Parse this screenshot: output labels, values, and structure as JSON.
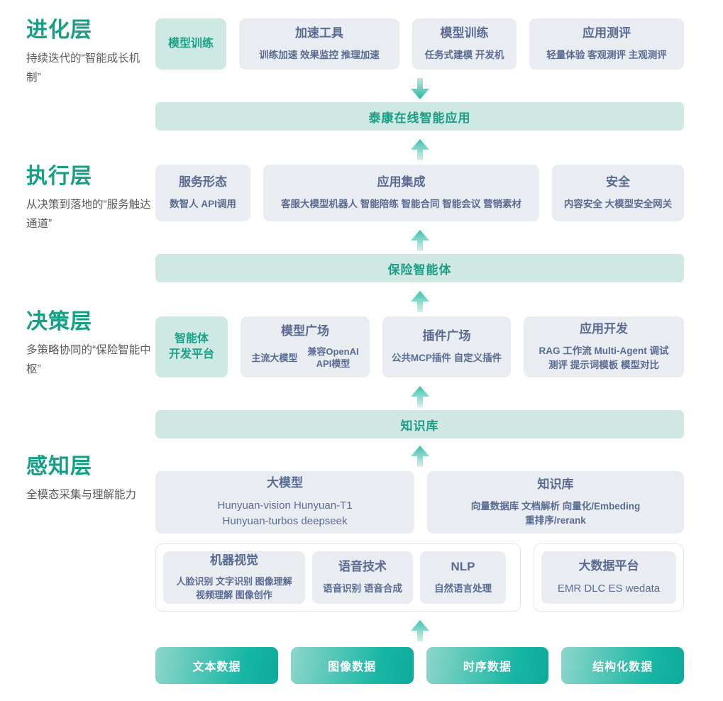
{
  "layers": [
    {
      "title": "进化层",
      "desc": "持续迭代的“智能成长机制”"
    },
    {
      "title": "执行层",
      "desc": "从决策到落地的“服务触达通道”"
    },
    {
      "title": "决策层",
      "desc": "多策略协同的“保险智能中枢”"
    },
    {
      "title": "感知层",
      "desc": "全模态采集与理解能力"
    }
  ],
  "colors": {
    "accent_teal": "#15a086",
    "bar_bg": "#cfe8e3",
    "bar_text": "#1b9c85",
    "card_bg": "#e9edf2",
    "card_accent_bg": "#cee9e3",
    "card_text": "#5a6b92",
    "data_card_gradient_start": "#8ed6cb",
    "data_card_gradient_end": "#0eaa9a"
  },
  "evolve_row": {
    "accent": {
      "title": "模型训练"
    },
    "cards": [
      {
        "title": "加速工具",
        "sub": "训练加速 效果监控 推理加速"
      },
      {
        "title": "模型训练",
        "sub": "任务式建模 开发机"
      },
      {
        "title": "应用测评",
        "sub": "轻量体验 客观测评 主观测评"
      }
    ]
  },
  "bar_app": {
    "label": "泰康在线智能应用"
  },
  "execute_row": {
    "cards": [
      {
        "title": "服务形态",
        "sub": "数智人  API调用"
      },
      {
        "title": "应用集成",
        "sub": "客服大模型机器人 智能陪练 智能合同 智能会议 营销素材"
      },
      {
        "title": "安全",
        "sub": "内容安全 大模型安全网关"
      }
    ]
  },
  "bar_agent": {
    "label": "保险智能体"
  },
  "decide_row": {
    "accent": {
      "title": "智能体\n开发平台"
    },
    "cards": [
      {
        "title": "模型广场",
        "sub_left": "主流大模型",
        "sub_right": "兼容OpenAI\nAPI模型"
      },
      {
        "title": "插件广场",
        "sub": "公共MCP插件 自定义插件"
      },
      {
        "title": "应用开发",
        "sub": "RAG 工作流 Multi-Agent 调试\n测评 提示词模板 模型对比"
      }
    ]
  },
  "bar_kb": {
    "label": "知识库"
  },
  "perceive_row_top": {
    "cards": [
      {
        "title": "大模型",
        "sub": "Hunyuan-vision Hunyuan-T1\nHunyuan-turbos deepseek"
      },
      {
        "title": "知识库",
        "sub": "向量数据库 文档解析 向量化/Embeding\n重排序/rerank"
      }
    ]
  },
  "perceive_row_bottom": {
    "group_left": [
      {
        "title": "机器视觉",
        "sub": "人脸识别 文字识别 图像理解\n视频理解 图像创作"
      },
      {
        "title": "语音技术",
        "sub": "语音识别 语音合成"
      },
      {
        "title": "NLP",
        "sub": "自然语言处理"
      }
    ],
    "group_right": [
      {
        "title": "大数据平台",
        "sub": "EMR DLC ES wedata"
      }
    ]
  },
  "data_row": {
    "cards": [
      {
        "label": "文本数据"
      },
      {
        "label": "图像数据"
      },
      {
        "label": "时序数据"
      },
      {
        "label": "结构化数据"
      }
    ]
  },
  "arrows": {
    "down_1": "arrow-down",
    "up_1": "arrow-up",
    "up_2": "arrow-up",
    "up_3": "arrow-up",
    "up_4": "arrow-up",
    "up_5": "arrow-up"
  }
}
